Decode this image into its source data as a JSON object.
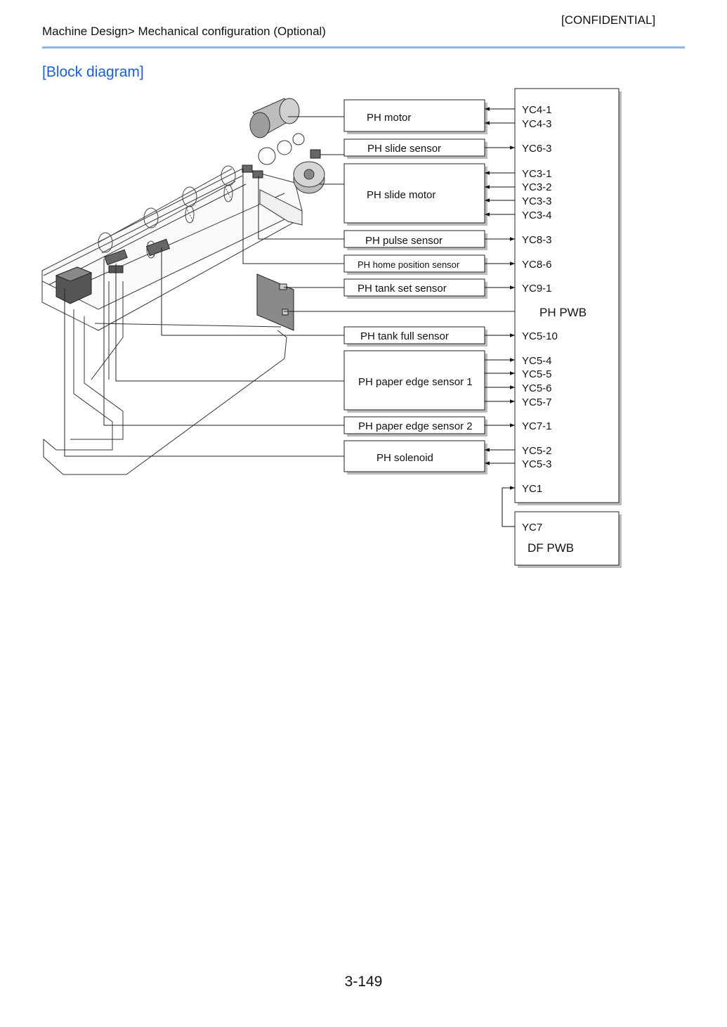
{
  "header": {
    "confidential": "[CONFIDENTIAL]",
    "breadcrumb": "Machine Design> Mechanical configuration (Optional)"
  },
  "section_title": "[Block diagram]",
  "components": {
    "ph_motor": "PH motor",
    "ph_slide_sensor": "PH slide sensor",
    "ph_slide_motor": "PH slide motor",
    "ph_pulse_sensor": "PH pulse sensor",
    "ph_home_position_sensor": "PH home position sensor",
    "ph_tank_set_sensor": "PH tank set sensor",
    "ph_tank_full_sensor": "PH tank full sensor",
    "ph_paper_edge_sensor_1": "PH paper edge sensor 1",
    "ph_paper_edge_sensor_2": "PH paper edge sensor 2",
    "ph_solenoid": "PH solenoid"
  },
  "connectors": {
    "yc4_1": "YC4-1",
    "yc4_3": "YC4-3",
    "yc6_3": "YC6-3",
    "yc3_1": "YC3-1",
    "yc3_2": "YC3-2",
    "yc3_3": "YC3-3",
    "yc3_4": "YC3-4",
    "yc8_3": "YC8-3",
    "yc8_6": "YC8-6",
    "yc9_1": "YC9-1",
    "yc5_10": "YC5-10",
    "yc5_4": "YC5-4",
    "yc5_5": "YC5-5",
    "yc5_6": "YC5-6",
    "yc5_7": "YC5-7",
    "yc7_1": "YC7-1",
    "yc5_2": "YC5-2",
    "yc5_3": "YC5-3",
    "yc1": "YC1",
    "yc7": "YC7"
  },
  "boards": {
    "ph_pwb": "PH PWB",
    "df_pwb": "DF PWB"
  },
  "footer": {
    "page_number": "3-149"
  }
}
